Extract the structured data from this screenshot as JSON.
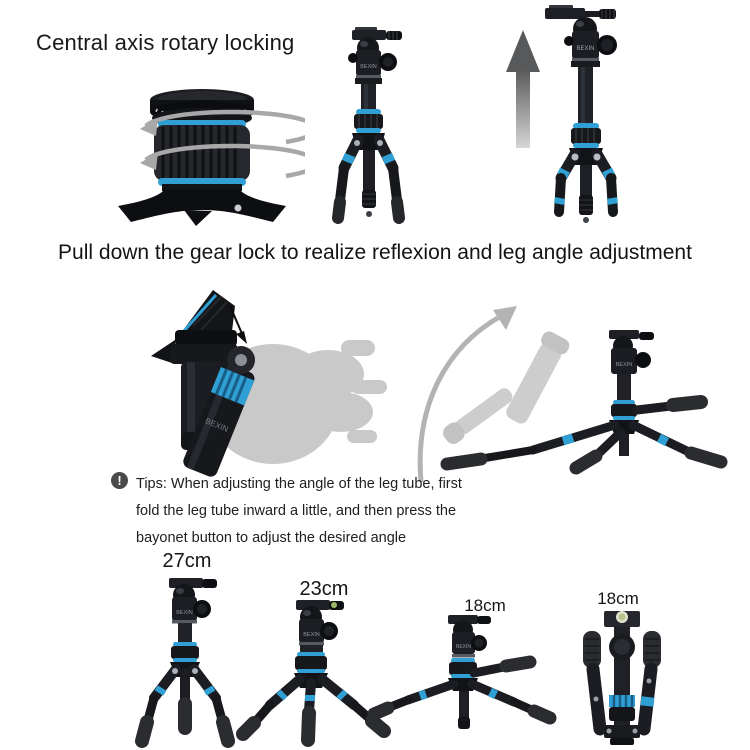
{
  "brand": "BEXIN",
  "top_section": {
    "title": "Central axis rotary locking"
  },
  "middle_section": {
    "headline": "Pull down the gear lock to realize reflexion and leg angle adjustment",
    "tips": {
      "icon_glyph": "!",
      "lines": [
        "Tips: When adjusting the angle of the leg tube, first",
        "fold the leg tube inward a little, and then press the",
        "bayonet button to adjust the desired angle"
      ]
    }
  },
  "bottom_section": {
    "heights": [
      {
        "label": "27cm"
      },
      {
        "label": "23cm"
      },
      {
        "label": "18cm"
      },
      {
        "label": "18cm"
      }
    ]
  },
  "colors": {
    "accent_blue": "#2f9fd4",
    "body_black": "#17181c",
    "arrow_gray": "#a8a8a8",
    "ghost_gray": "#cdcdcd",
    "background": "#ffffff"
  }
}
